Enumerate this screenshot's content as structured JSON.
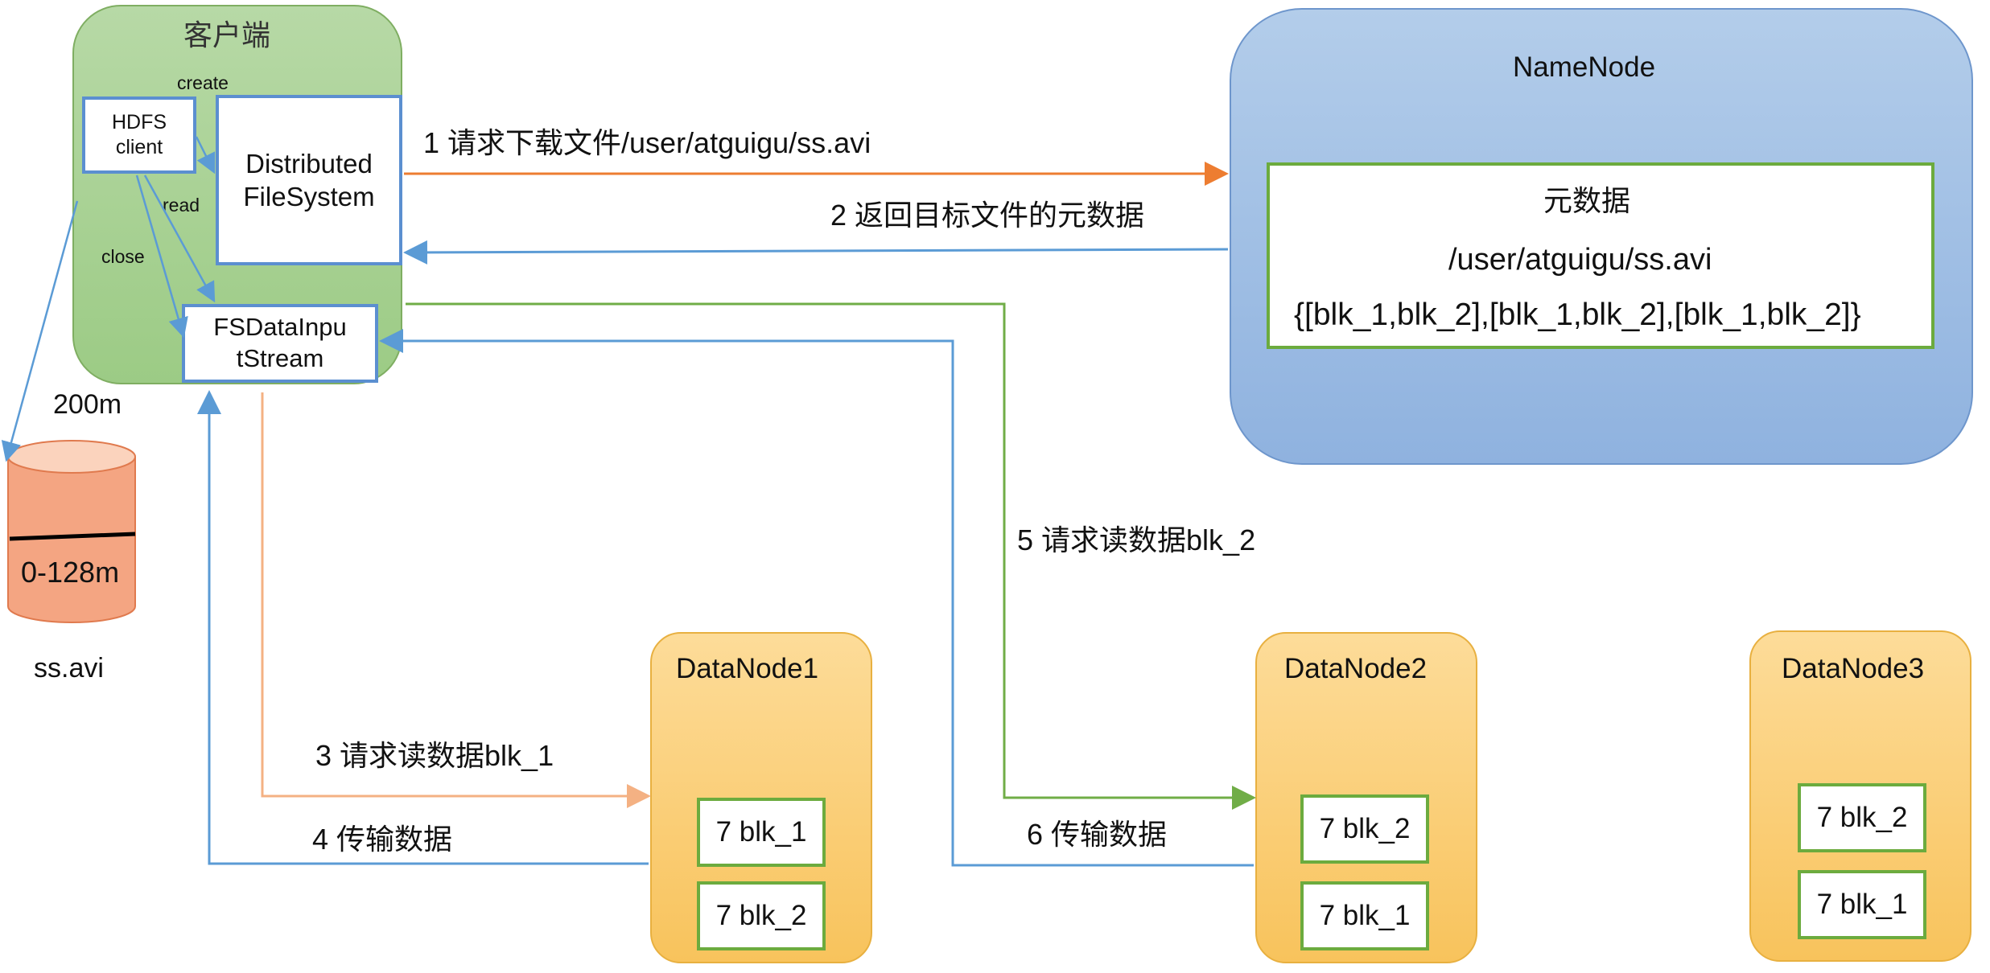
{
  "client": {
    "title": "客户端",
    "hdfs_client": "HDFS\nclient",
    "dfs": "Distributed\nFileSystem",
    "fsdis": "FSDataInpu\ntStream",
    "create_label": "create",
    "read_label": "read",
    "close_label": "close"
  },
  "file": {
    "size_label": "200m",
    "block_label": "0-128m",
    "name": "ss.avi"
  },
  "namenode": {
    "title": "NameNode",
    "meta_title": "元数据",
    "meta_path": "/user/atguigu/ss.avi",
    "meta_blocks": "{[blk_1,blk_2],[blk_1,blk_2],[blk_1,blk_2]}"
  },
  "steps": {
    "s1": "1 请求下载文件/user/atguigu/ss.avi",
    "s2": "2 返回目标文件的元数据",
    "s3": "3 请求读数据blk_1",
    "s4": "4 传输数据",
    "s5": "5 请求读数据blk_2",
    "s6": "6 传输数据"
  },
  "datanodes": [
    {
      "name": "DataNode1",
      "blocks": [
        "7 blk_1",
        "7 blk_2"
      ]
    },
    {
      "name": "DataNode2",
      "blocks": [
        "7 blk_2",
        "7 blk_1"
      ]
    },
    {
      "name": "DataNode3",
      "blocks": [
        "7 blk_2",
        "7 blk_1"
      ]
    }
  ],
  "colors": {
    "client_green": "#9ccb85",
    "namenode_blue": "#8fb2df",
    "datanode_orange": "#f8c35c",
    "arrow_orange": "#ed7d31",
    "arrow_light_orange": "#f4b183",
    "arrow_blue": "#5b9bd5",
    "arrow_green": "#70ad47",
    "file_cylinder": "#f4a582"
  }
}
